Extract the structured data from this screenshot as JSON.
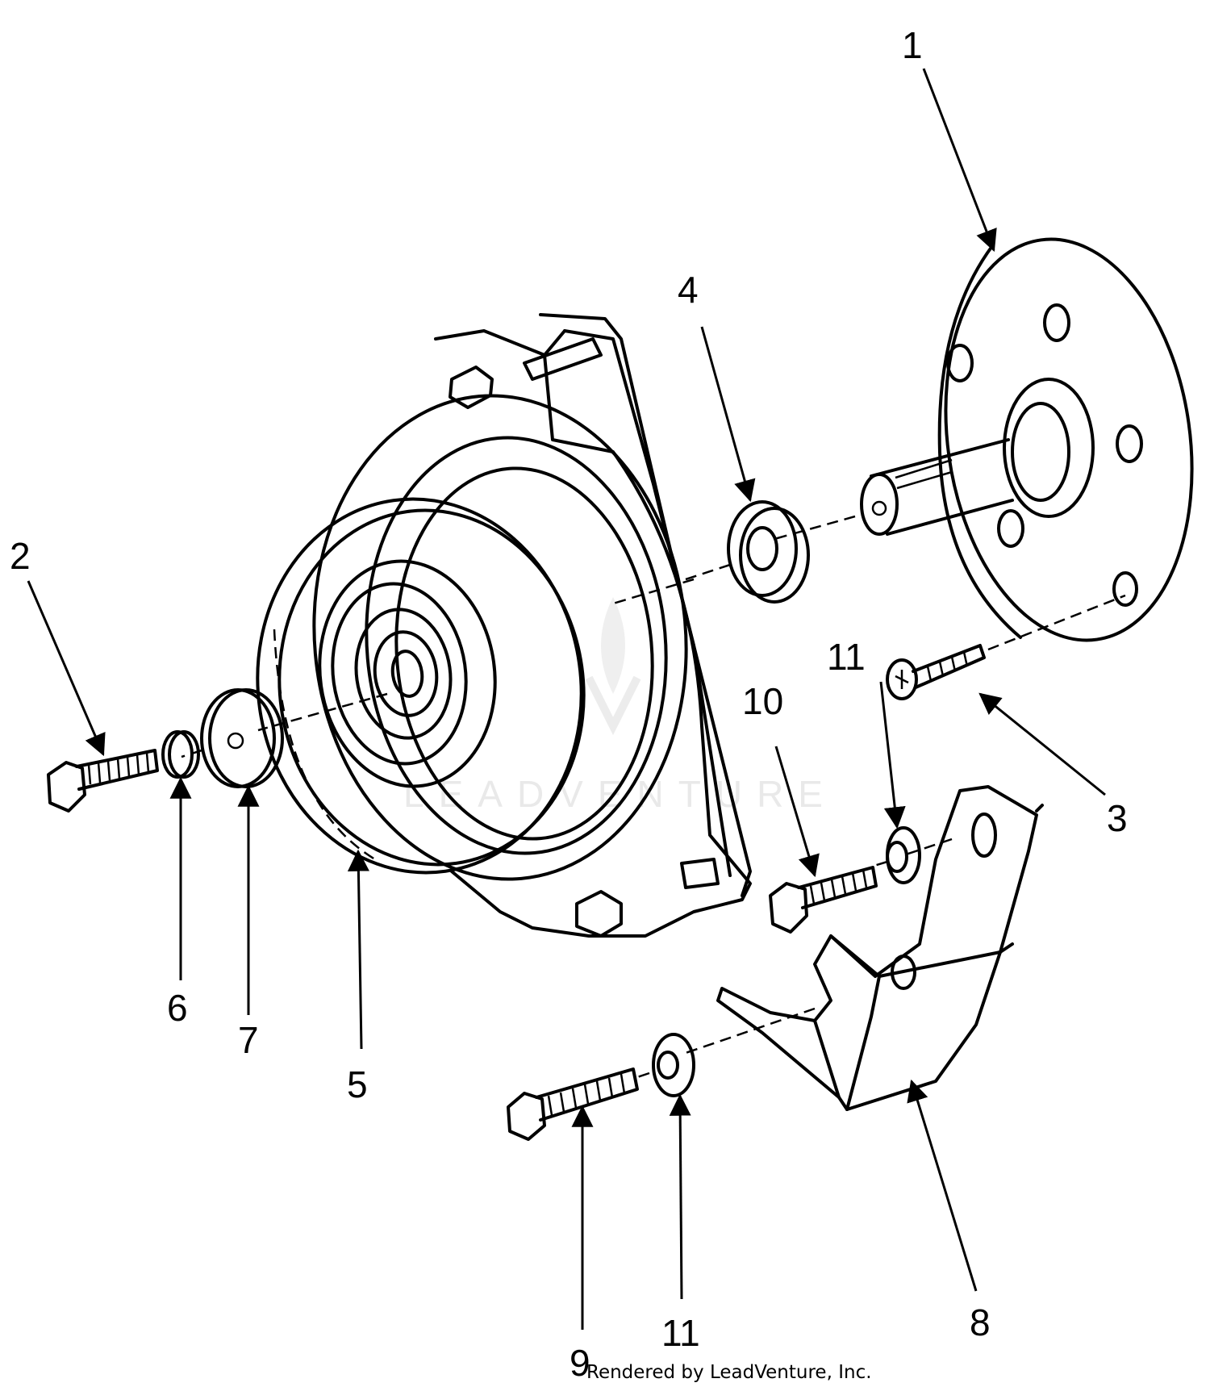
{
  "callouts": {
    "c1": "1",
    "c2": "2",
    "c3": "3",
    "c4": "4",
    "c5": "5",
    "c6": "6",
    "c7": "7",
    "c8": "8",
    "c9": "9",
    "c10": "10",
    "c11a": "11",
    "c11b": "11"
  },
  "watermark": "LEADVENTURE",
  "credit": "Rendered by LeadVenture, Inc."
}
